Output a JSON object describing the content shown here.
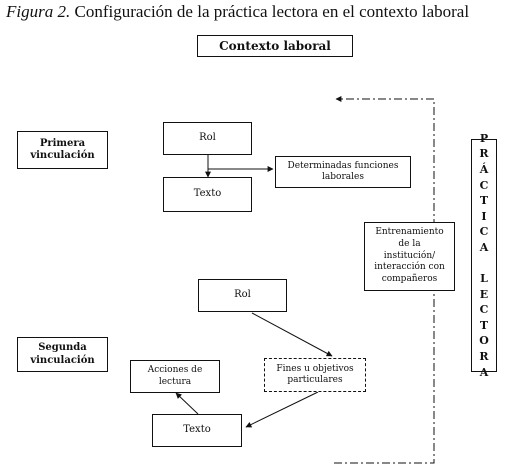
{
  "title": {
    "figure_label": "Figura 2.",
    "text": "Configuración de la práctica lectora en el contexto laboral"
  },
  "nodes": {
    "contexto_laboral": "Contexto laboral",
    "primera_vinculacion": "Primera\nvinculación",
    "rol_1": "Rol",
    "texto_1": "Texto",
    "funciones": "Determinadas funciones\nlaborales",
    "entrenamiento": "Entrenamiento\nde la\ninstitución/\ninteracción con\ncompañeros",
    "segunda_vinculacion": "Segunda\nvinculación",
    "rol_2": "Rol",
    "fines": "Fines u objetivos\nparticulares",
    "acciones": "Acciones de\nlectura",
    "texto_2": "Texto",
    "practica_lectora_letters": [
      "P",
      "R",
      "Á",
      "C",
      "T",
      "I",
      "C",
      "A",
      "",
      "L",
      "E",
      "C",
      "T",
      "O",
      "R",
      "A"
    ]
  }
}
